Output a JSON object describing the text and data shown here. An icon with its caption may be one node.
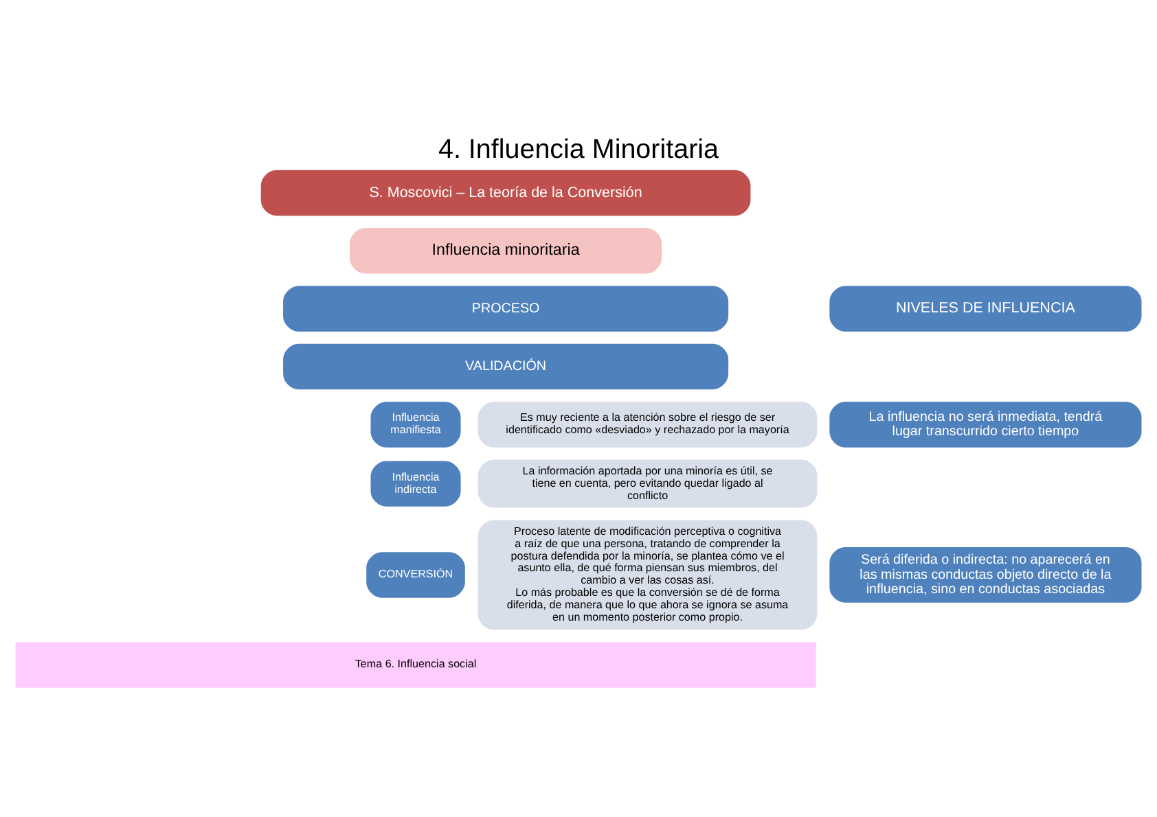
{
  "diagram": {
    "title": "4. Influencia Minoritaria",
    "nodes": [
      {
        "text": [
          "S. Moscovici – La teoría de la Conversión"
        ]
      },
      {
        "text": [
          "Influencia minoritaria"
        ]
      },
      {
        "text": [
          "PROCESO"
        ]
      },
      {
        "text": [
          "NIVELES DE INFLUENCIA"
        ]
      },
      {
        "text": [
          "VALIDACIÓN"
        ]
      },
      {
        "text": [
          "Influencia manifiesta"
        ]
      },
      {
        "text": [
          "Es muy reciente a la atención sobre el riesgo de ser identificado como «desviado» y rechazado por la mayoría"
        ]
      },
      {
        "text": [
          "La influencia no será inmediata, tendrá lugar transcurrido cierto tiempo"
        ]
      },
      {
        "text": [
          "Influencia indirecta"
        ]
      },
      {
        "text": [
          "La información aportada por una minoría es útil, se tiene en cuenta, pero evitando quedar ligado al conflicto"
        ]
      },
      {
        "text": [
          "CONVERSIÓN"
        ]
      },
      {
        "text": [
          "Proceso latente de modificación perceptiva o cognitiva a raíz de que una persona, tratando de comprender la postura defendida por la minoría, se plantea cómo ve el asunto ella, de qué forma piensan sus miembros, del cambio a ver las cosas así.",
          "Lo más probable es que la conversión se dé de forma diferida, de manera que lo que ahora se ignora se asuma en un momento posterior como propio."
        ]
      },
      {
        "text": [
          "Será diferida o indirecta: no aparecerá en las mismas conductas objeto directo de la influencia, sino en conductas asociadas"
        ]
      }
    ],
    "labels": [
      "Tema 6. Influencia social"
    ]
  }
}
